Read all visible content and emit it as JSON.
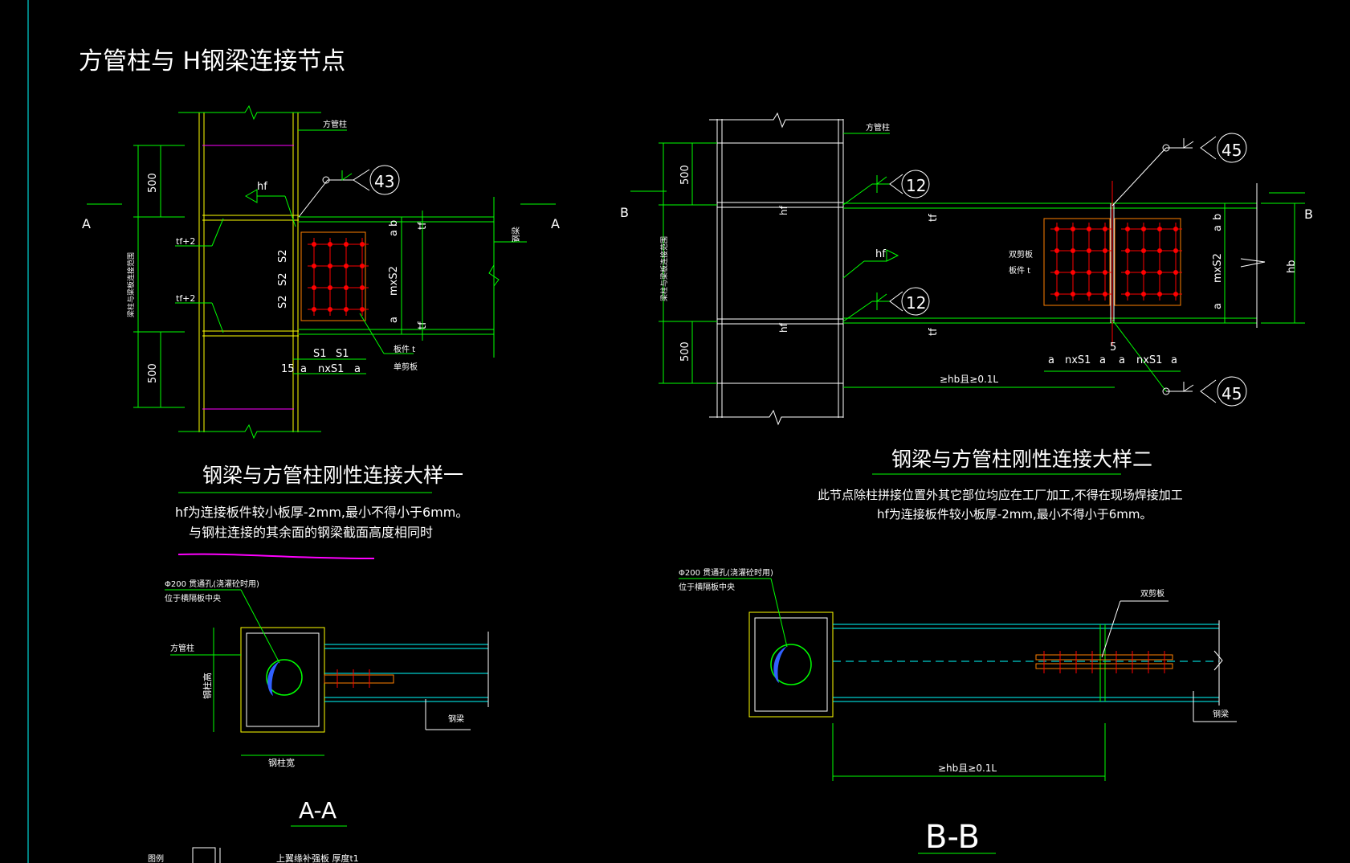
{
  "page_title": "方管柱与      H钢梁连接节点",
  "colors": {
    "background": "#000000",
    "white": "#ffffff",
    "green": "#00ff00",
    "yellow": "#ffff00",
    "cyan": "#00ffff",
    "magenta": "#ff00ff",
    "red": "#ff0000",
    "orange": "#ff8000",
    "blue": "#3060ff"
  },
  "detail1": {
    "title": "钢梁与方管柱刚性连接大样一",
    "note_line1": "hf为连接板件较小板厚-2mm,最小不得小于6mm。",
    "note_line2": "与钢柱连接的其余面的钢梁截面高度相同时",
    "section_marker": "A",
    "label_column": "方管柱",
    "label_beam": "钢梁",
    "label_plate": "板件 t",
    "label_single_shear": "单剪板",
    "label_range": "梁柱与梁板连接范围",
    "dim_500": "500",
    "label_hf": "hf",
    "label_tf2": "tf+2",
    "label_tf": "tf",
    "label_s2": "S2",
    "label_mxs2": "mxS2",
    "label_a": "a",
    "label_b": "b",
    "label_s1": "S1",
    "label_nxs1": "nxS1",
    "label_15": "15",
    "weld_symbol": "43"
  },
  "detail2": {
    "title": "钢梁与方管柱刚性连接大样二",
    "note_line1": "此节点除柱拼接位置外其它部位均应在工厂加工,不得在现场焊接加工",
    "note_line2": "hf为连接板件较小板厚-2mm,最小不得小于6mm。",
    "section_marker": "B",
    "label_column": "方管柱",
    "label_double_shear": "双剪板",
    "label_plate": "板件 t",
    "label_range": "梁柱与梁板连接范围",
    "dim_500": "500",
    "label_hf": "hf",
    "label_tf": "tf",
    "label_hb": "hb",
    "label_mxs2": "mxS2",
    "label_a": "a",
    "label_b": "b",
    "label_nxs1": "nxS1",
    "label_5": "5",
    "dim_length": "≥hb且≥0.1L",
    "weld_12": "12",
    "weld_45": "45"
  },
  "section_aa": {
    "title": "A-A",
    "note_hole": "Φ200 贯通孔(浇灌砼时用)",
    "note_hole2": "位于横隔板中央",
    "label_column": "方管柱",
    "label_col_height": "钢柱高",
    "label_col_width": "钢柱宽",
    "label_beam": "钢梁"
  },
  "section_bb": {
    "title": "B-B",
    "note_hole": "Φ200 贯通孔(浇灌砼时用)",
    "note_hole2": "位于横隔板中央",
    "label_double_shear": "双剪板",
    "label_beam": "钢梁",
    "dim_length": "≥hb且≥0.1L"
  },
  "legend": {
    "label_1": "图例",
    "label_2": "上翼缘补强板 厚度t1"
  }
}
